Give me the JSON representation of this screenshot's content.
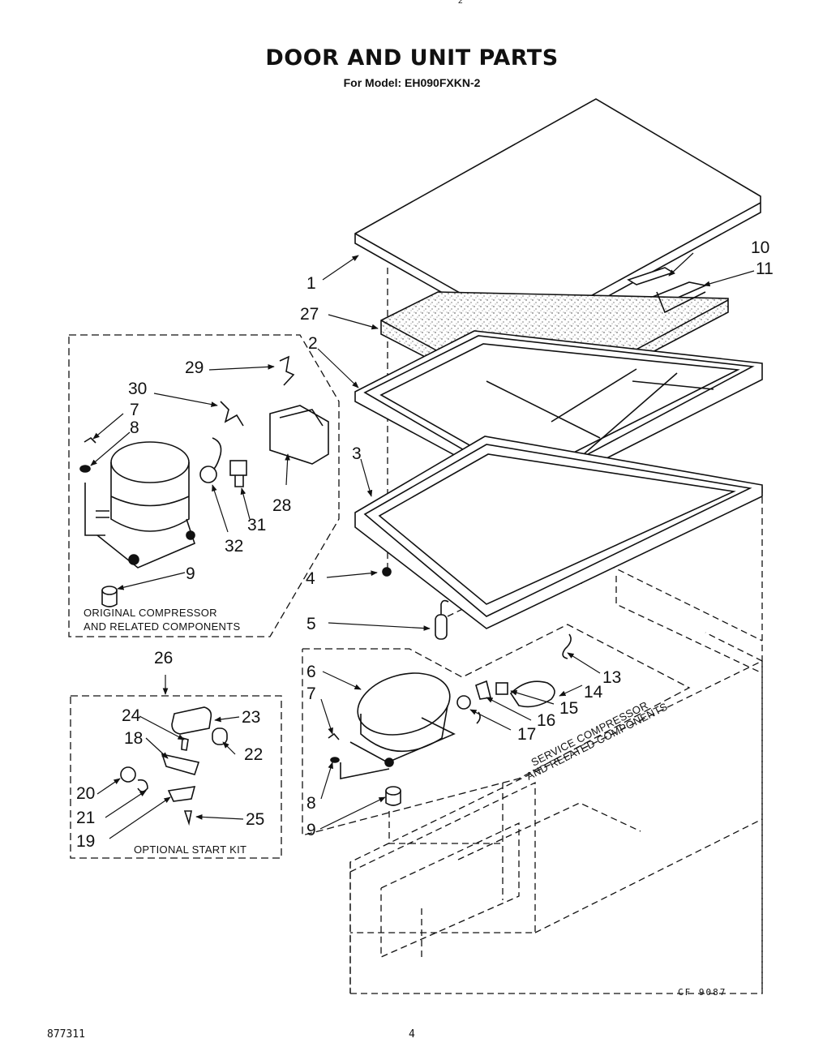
{
  "header": {
    "title": "DOOR AND UNIT PARTS",
    "subtitle": "For Model: EH090FXKN-2",
    "top_mark": "2"
  },
  "callouts": {
    "n1": "1",
    "n2": "2",
    "n3": "3",
    "n4": "4",
    "n5": "5",
    "n6": "6",
    "n7": "7",
    "n8": "8",
    "n9": "9",
    "n10": "10",
    "n11": "11",
    "n13": "13",
    "n14": "14",
    "n15": "15",
    "n16": "16",
    "n17": "17",
    "n18": "18",
    "n19": "19",
    "n20": "20",
    "n21": "21",
    "n22": "22",
    "n23": "23",
    "n24": "24",
    "n25": "25",
    "n26": "26",
    "n27": "27",
    "n28": "28",
    "n29": "29",
    "n30": "30",
    "n31": "31",
    "n32": "32"
  },
  "groups": {
    "original_line1": "ORIGINAL COMPRESSOR",
    "original_line2": "AND RELATED COMPONENTS",
    "service_line1": "SERVICE COMPRESSOR",
    "service_line2": "AND RELATED COMPONENTS",
    "start_kit": "OPTIONAL START KIT"
  },
  "footer": {
    "code": "CF 9087",
    "doc_number": "877311",
    "page_number": "4"
  }
}
